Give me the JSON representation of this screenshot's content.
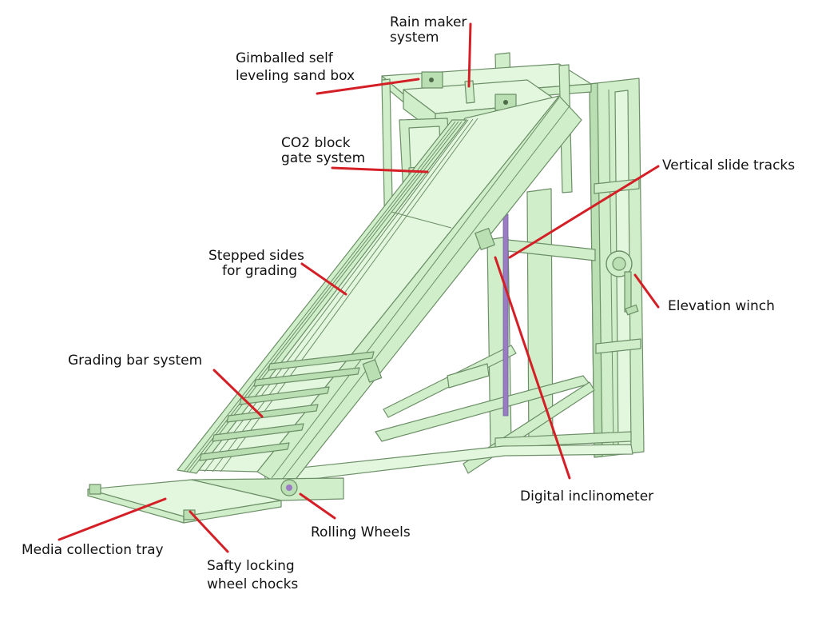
{
  "labels": {
    "rain_maker_line1": "Rain maker",
    "rain_maker_line2": "system",
    "sand_box_line1": "Gimballed self",
    "sand_box_line2": "leveling sand box",
    "co2_line1": "CO2 block",
    "co2_line2": "gate system",
    "vertical_tracks": "Vertical slide tracks",
    "stepped_line1": "Stepped sides",
    "stepped_line2": "for grading",
    "elevation_winch": "Elevation winch",
    "grading_bar": "Grading bar system",
    "inclinometer": "Digital inclinometer",
    "rolling_wheels": "Rolling Wheels",
    "media_tray": "Media collection tray",
    "chocks_line1": "Safty locking",
    "chocks_line2": "wheel chocks"
  },
  "colors": {
    "frame_fill": "#cfeec9",
    "frame_fill_light": "#e3f7df",
    "frame_stroke": "#6c8f67",
    "callout_line": "#d41f26",
    "inclinometer_strip": "#9b7bc3"
  }
}
